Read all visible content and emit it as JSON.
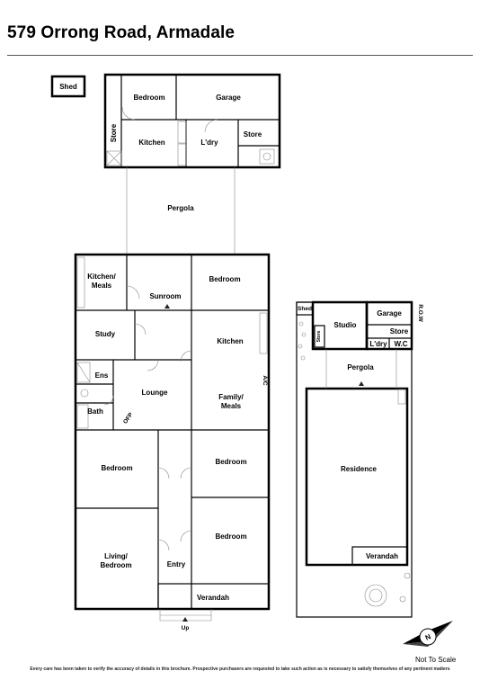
{
  "title": "579 Orrong Road, Armadale",
  "rooms": {
    "shed": "Shed",
    "bedroom_top": "Bedroom",
    "garage": "Garage",
    "store_left": "Store",
    "kitchen_top": "Kitchen",
    "ldry": "L'dry",
    "store_right": "Store",
    "pergola": "Pergola",
    "kitchen_meals": [
      "Kitchen/",
      "Meals"
    ],
    "sunroom": "Sunroom",
    "bedroom_ne": "Bedroom",
    "study": "Study",
    "kitchen_main": "Kitchen",
    "ens": "Ens",
    "lounge": "Lounge",
    "family_meals": [
      "Family/",
      "Meals"
    ],
    "ac": "A/C",
    "bath": "Bath",
    "ofp": "OFP",
    "bedroom_w": "Bedroom",
    "bedroom_e1": "Bedroom",
    "bedroom_e2": "Bedroom",
    "living_bedroom": [
      "Living/",
      "Bedroom"
    ],
    "entry": "Entry",
    "verandah": "Verandah",
    "up": "Up"
  },
  "site": {
    "shed": "Shed",
    "studio": "Studio",
    "garage": "Garage",
    "row": "R.O.W",
    "store_small": "Store",
    "store": "Store",
    "ldry": "L'dry",
    "wc": "W.C",
    "pergola": "Pergola",
    "residence": "Residence",
    "verandah": "Verandah"
  },
  "scale_note": "Not To Scale",
  "disclaimer": "Every care has been taken to verify the accuracy of details in this brochure. Prospective purchasers are requested to take such action as is necessary to satisfy themselves of any pertinent matters"
}
